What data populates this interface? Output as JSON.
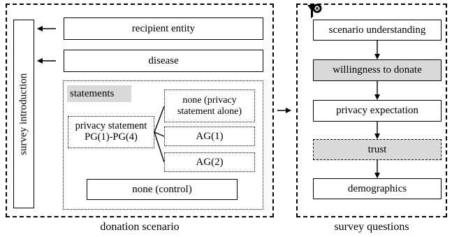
{
  "donation_scenario": {
    "caption": "donation scenario",
    "survey_introduction": "survey introduction",
    "recipient_entity": "recipient entity",
    "disease": "disease",
    "statements": {
      "title": "statements",
      "privacy_statement_line1": "privacy statement",
      "privacy_statement_line2": "PG(1)-PG(4)",
      "none_privacy_line1": "none (privacy",
      "none_privacy_line2": "statement alone)",
      "ag1": "AG(1)",
      "ag2": "AG(2)",
      "none_control": "none (control)"
    }
  },
  "survey_questions": {
    "caption": "survey questions",
    "items": [
      "scenario understanding",
      "willingness to donate",
      "privacy expectation",
      "trust",
      "demographics"
    ]
  }
}
